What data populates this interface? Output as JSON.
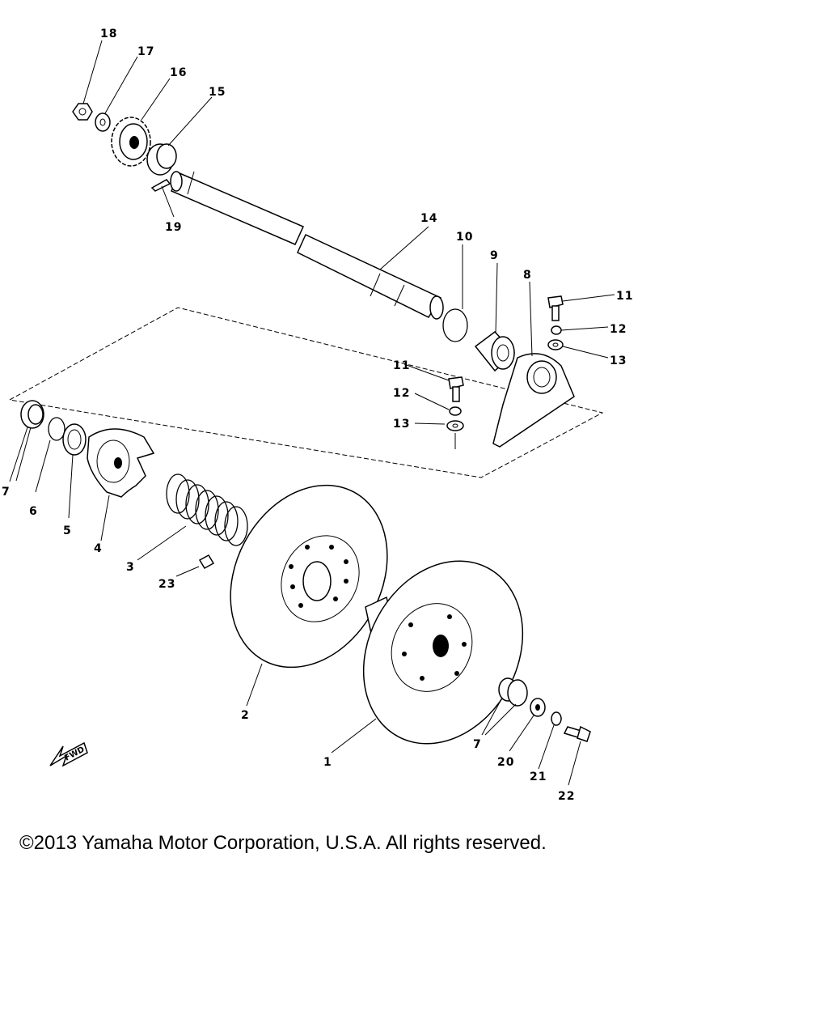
{
  "callouts": {
    "c1": "1",
    "c2": "2",
    "c3": "3",
    "c4": "4",
    "c5": "5",
    "c6": "6",
    "c7a": "7",
    "c7b": "7",
    "c8": "8",
    "c9": "9",
    "c10": "10",
    "c11a": "11",
    "c11b": "11",
    "c12a": "12",
    "c12b": "12",
    "c13a": "13",
    "c13b": "13",
    "c14": "14",
    "c15": "15",
    "c16": "16",
    "c17": "17",
    "c18": "18",
    "c19": "19",
    "c20": "20",
    "c21": "21",
    "c22": "22",
    "c23": "23"
  },
  "fwd_label": "FWD",
  "copyright": "©2013 Yamaha Motor Corporation, U.S.A. All rights reserved."
}
